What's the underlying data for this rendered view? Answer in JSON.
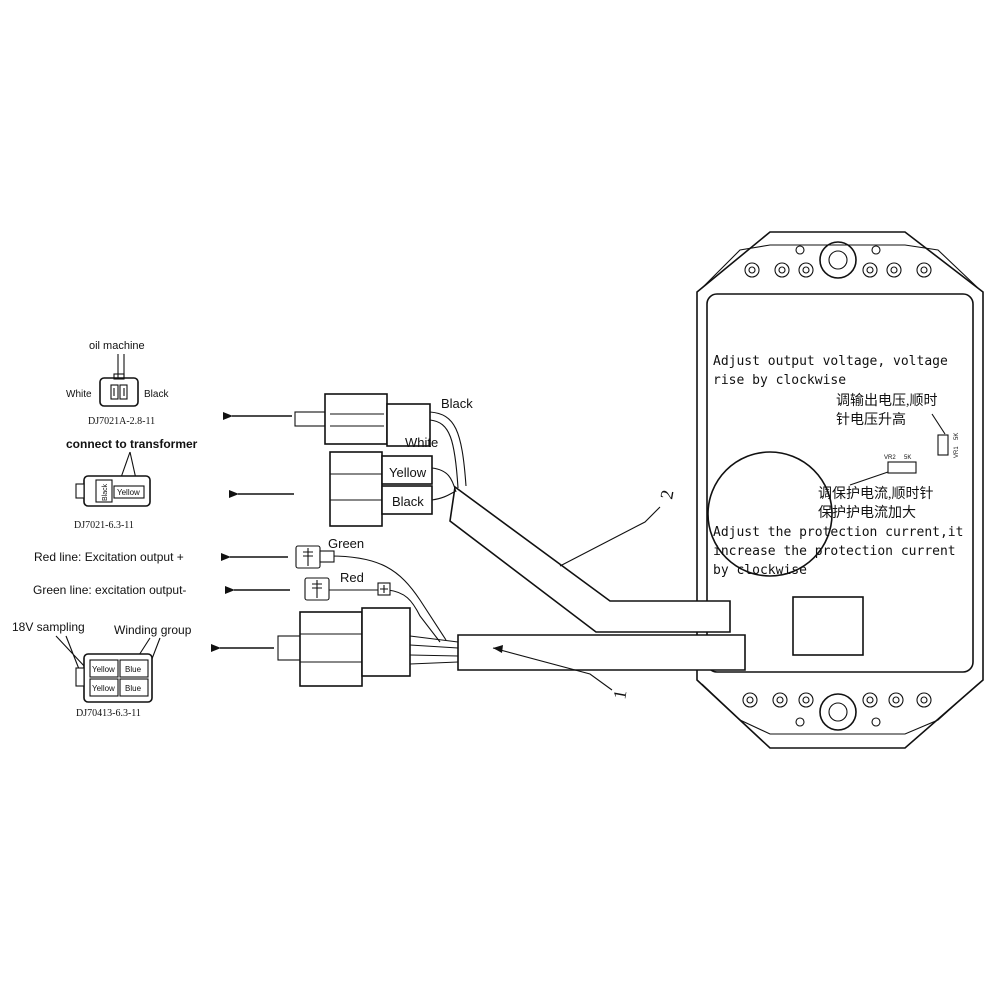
{
  "colors": {
    "ink": "#111111",
    "paper": "#ffffff"
  },
  "connectors": {
    "oil_machine": {
      "title": "oil machine",
      "left_pin": "White",
      "right_pin": "Black",
      "part_no": "DJ7021A-2.8-11"
    },
    "transformer": {
      "title": "connect to transformer",
      "pin_top": "Black",
      "pin_bottom": "Yellow",
      "part_no": "DJ7021-6.3-11"
    },
    "winding": {
      "left_title": "18V sampling",
      "right_title": "Winding group",
      "pins": [
        "Yellow",
        "Blue",
        "Yellow",
        "Blue"
      ],
      "part_no": "DJ70413-6.3-11"
    }
  },
  "outputs": {
    "red_line": "Red line: Excitation output +",
    "green_line": "Green line: excitation output-"
  },
  "wires": {
    "black_top": "Black",
    "white": "White",
    "yellow": "Yellow",
    "black_bottom": "Black",
    "green": "Green",
    "red": "Red"
  },
  "callouts": {
    "cable_1": "1",
    "cable_2": "2"
  },
  "board": {
    "voltage_en_1": "Adjust output voltage,  voltage",
    "voltage_en_2": "rise by clockwise",
    "voltage_cn_1": "调输出电压,顺时",
    "voltage_cn_2": "针电压升高",
    "current_cn_1": "调保护电流,顺时针",
    "current_cn_2": "保护护电流加大",
    "current_en_1": "Adjust the protection current,it",
    "current_en_2": "increase the protection current",
    "current_en_3": "by clockwise",
    "vr2_label": "VR2",
    "vr2_value": "5K",
    "vr1_label": "VR1",
    "vr1_value": "5K"
  }
}
